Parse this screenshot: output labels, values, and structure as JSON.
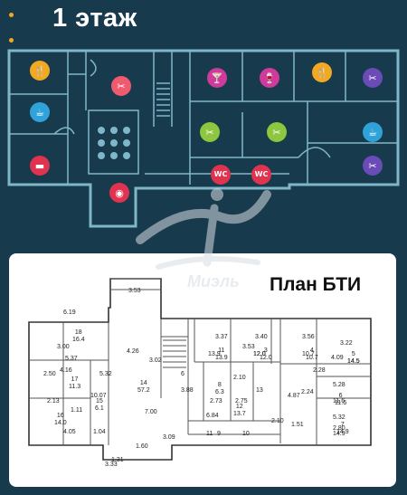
{
  "floor_label": "1 этаж",
  "bti_title": "План БТИ",
  "watermark_text": "Миэль",
  "icons": [
    {
      "name": "restaurant-icon",
      "glyph": "🍴",
      "color": "#f2a922"
    },
    {
      "name": "coffee-cup-icon",
      "glyph": "☕",
      "color": "#2fa3d9"
    },
    {
      "name": "dumbbell-icon",
      "glyph": "▬",
      "color": "#e0334f"
    },
    {
      "name": "hairdryer-icon",
      "glyph": "✂",
      "color": "#f05a6e"
    },
    {
      "name": "cocktail-icon",
      "glyph": "🍸",
      "color": "#d03a9a"
    },
    {
      "name": "wine-glass-icon",
      "glyph": "🍷",
      "color": "#d03a9a"
    },
    {
      "name": "restaurant-icon-2",
      "glyph": "🍴",
      "color": "#f2a922"
    },
    {
      "name": "hairdryer-icon-2",
      "glyph": "✂",
      "color": "#6a4bb8"
    },
    {
      "name": "hairdryer-icon-3",
      "glyph": "✂",
      "color": "#8dc63f"
    },
    {
      "name": "hairdryer-icon-4",
      "glyph": "✂",
      "color": "#8dc63f"
    },
    {
      "name": "coffee-cup-icon-2",
      "glyph": "☕",
      "color": "#2fa3d9"
    },
    {
      "name": "hairdryer-icon-5",
      "glyph": "✂",
      "color": "#6a4bb8"
    },
    {
      "name": "wc-icon",
      "glyph": "WC",
      "color": "#e0334f"
    },
    {
      "name": "wc-icon-2",
      "glyph": "WC",
      "color": "#e0334f"
    },
    {
      "name": "spa-bowl-icon",
      "glyph": "◉",
      "color": "#e0334f"
    }
  ],
  "bti_labels": {
    "dims": [
      "6.19",
      "3.53",
      "4.26",
      "3.00",
      "5.37",
      "4.16",
      "2.50",
      "2.13",
      "1.11",
      "4.05",
      "1.04",
      "3.02",
      "5.32",
      "10.07",
      "7.00",
      "3.88",
      "1.60",
      "3.33",
      "3.09",
      "1.31",
      "3.37",
      "3.40",
      "3.53",
      "2.10",
      "3.56",
      "3.22",
      "4.09",
      "2.28",
      "4.87",
      "2.24",
      "5.28",
      "5.32",
      "2.80",
      "1.51",
      "6.84",
      "2.73",
      "2.75",
      "2.10",
      "6",
      "13.9",
      "12.0",
      "12.0",
      "10.7",
      "14.5",
      "11.6",
      "14.9"
    ],
    "rooms": [
      {
        "no": "18",
        "area": "16.4"
      },
      {
        "no": "17",
        "area": "11.3"
      },
      {
        "no": "16",
        "area": "14.0"
      },
      {
        "no": "15",
        "area": "6.1"
      },
      {
        "no": "14",
        "area": "57.2"
      },
      {
        "no": "11",
        "area": "13.9"
      },
      {
        "no": "3",
        "area": "12.0"
      },
      {
        "no": "4",
        "area": "10.7"
      },
      {
        "no": "5",
        "area": "14.5"
      },
      {
        "no": "6",
        "area": "11.6"
      },
      {
        "no": "7",
        "area": "14.9"
      },
      {
        "no": "8",
        "area": "6.3"
      },
      {
        "no": "12",
        "area": "13.7"
      },
      {
        "no": "13",
        "area": ""
      },
      {
        "no": "10",
        "area": ""
      },
      {
        "no": "9",
        "area": ""
      },
      {
        "no": "11",
        "area": ""
      }
    ]
  }
}
